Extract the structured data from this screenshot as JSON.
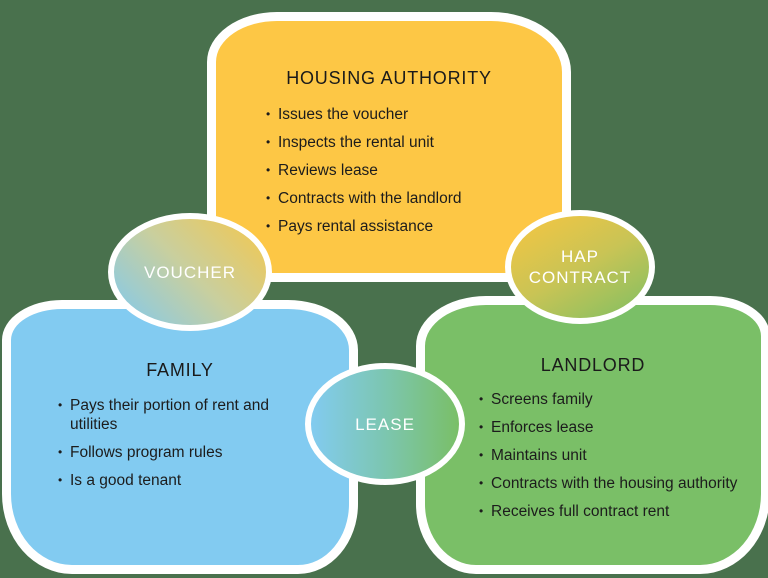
{
  "colors": {
    "background": "#49714d",
    "housing_authority": "#fdc745",
    "family": "#82cbf1",
    "landlord": "#7abf67",
    "outline": "#ffffff"
  },
  "housing_authority": {
    "title": "HOUSING AUTHORITY",
    "items": [
      "Issues the voucher",
      "Inspects the rental unit",
      "Reviews lease",
      "Contracts with the landlord",
      "Pays rental assistance"
    ]
  },
  "family": {
    "title": "FAMILY",
    "items": [
      "Pays their portion of rent and utilities",
      "Follows program rules",
      "Is a good tenant"
    ]
  },
  "landlord": {
    "title": "LANDLORD",
    "items": [
      "Screens family",
      "Enforces lease",
      "Maintains unit",
      "Contracts with the housing authority",
      "Receives full contract rent"
    ]
  },
  "connectors": {
    "voucher": "VOUCHER",
    "hap_contract_line1": "HAP",
    "hap_contract_line2": "CONTRACT",
    "lease": "LEASE"
  }
}
